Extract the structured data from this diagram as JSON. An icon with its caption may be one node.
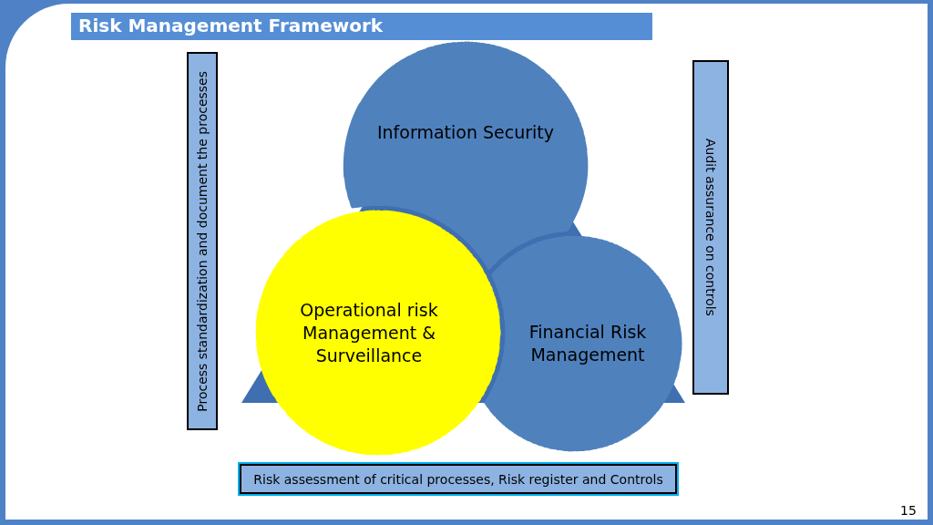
{
  "diagram": {
    "title": "Risk Management Framework",
    "nodes": [
      {
        "text": [
          "Process standardization and document the processes"
        ]
      },
      {
        "text": [
          "Information Security"
        ]
      },
      {
        "text": [
          "Audit assurance on controls"
        ]
      },
      {
        "text": [
          "Operational risk Management & Surveillance"
        ]
      },
      {
        "text": [
          "Financial Risk Management"
        ]
      },
      {
        "text": [
          "Risk assessment of critical processes, Risk register and Controls"
        ]
      }
    ],
    "labels": [
      "15"
    ]
  }
}
